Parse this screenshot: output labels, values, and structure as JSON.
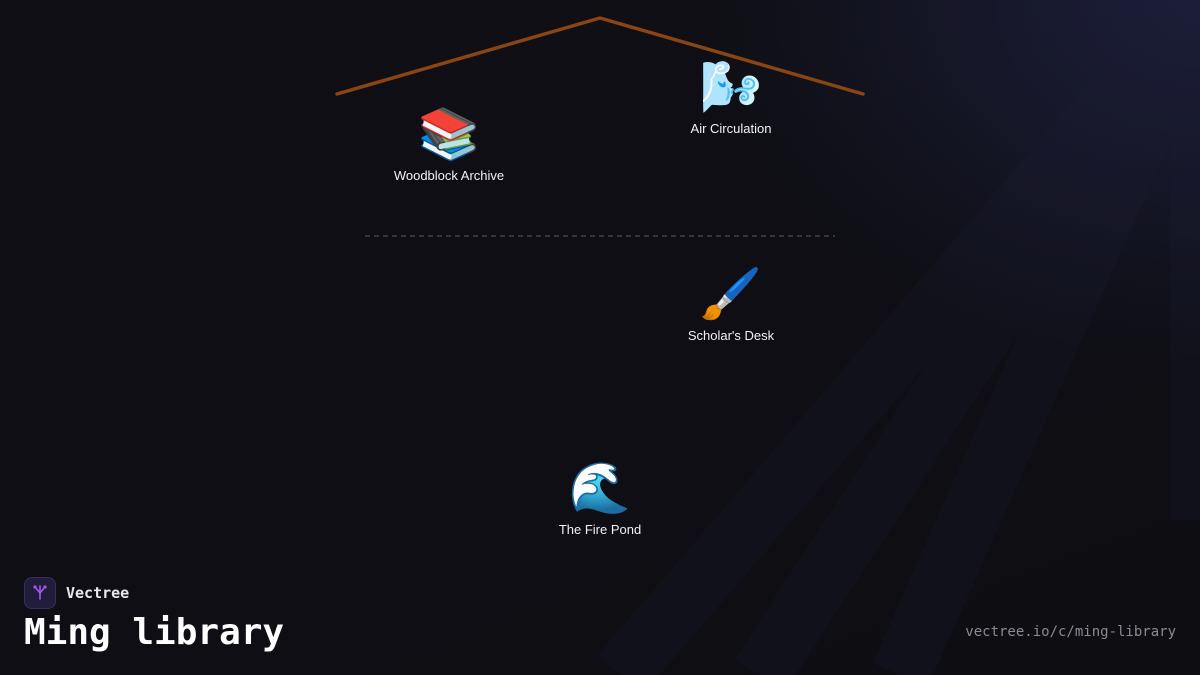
{
  "brand": {
    "name": "Vectree",
    "logo_icon": "vectree-tree-icon",
    "accent": "#a855f7"
  },
  "title": "Ming library",
  "url": "vectree.io/c/ming-library",
  "diagram": {
    "roof_color": "#8b4513",
    "divider_color": "#5a5a66",
    "nodes": [
      {
        "id": "woodblock-archive",
        "label": "Woodblock Archive",
        "icon": "books-icon",
        "emoji": "📚"
      },
      {
        "id": "air-circulation",
        "label": "Air Circulation",
        "icon": "wind-face-icon",
        "emoji": "🌬️"
      },
      {
        "id": "scholars-desk",
        "label": "Scholar's Desk",
        "icon": "paintbrush-icon",
        "emoji": "🖌️"
      },
      {
        "id": "fire-pond",
        "label": "The Fire Pond",
        "icon": "water-wave-icon",
        "emoji": "🌊"
      }
    ]
  }
}
